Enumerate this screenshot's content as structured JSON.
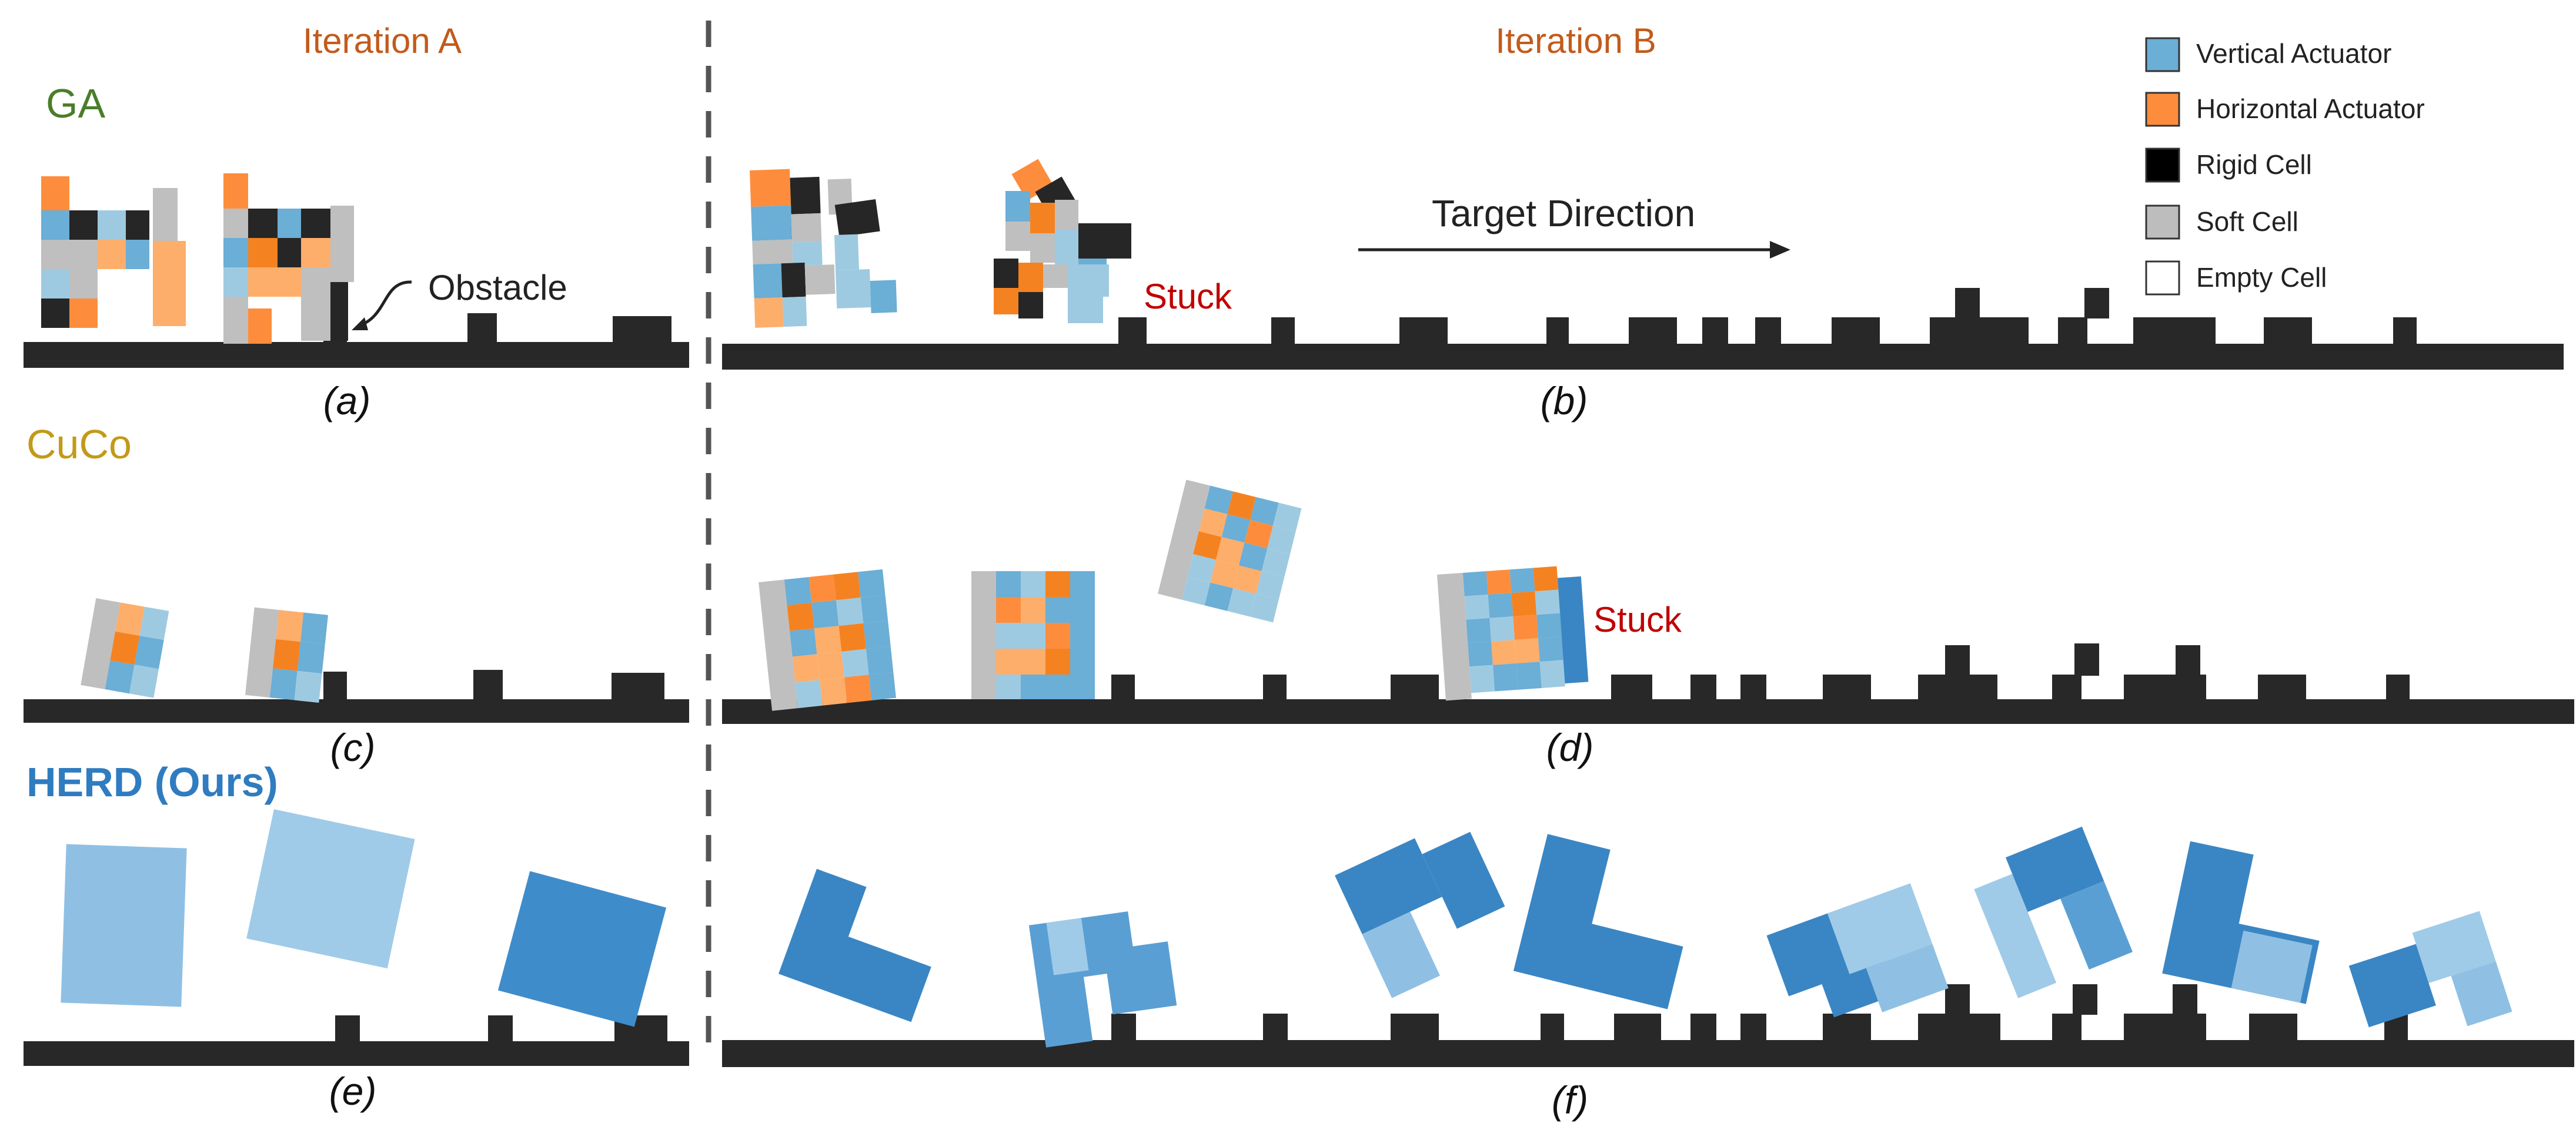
{
  "headers": {
    "iteration_a": "Iteration A",
    "iteration_b": "Iteration B"
  },
  "methods": {
    "ga": "GA",
    "cuco": "CuCo",
    "herd": "HERD (Ours)"
  },
  "panel_labels": {
    "a": "(a)",
    "b": "(b)",
    "c": "(c)",
    "d": "(d)",
    "e": "(e)",
    "f": "(f)"
  },
  "annotations": {
    "obstacle": "Obstacle",
    "target_direction": "Target Direction",
    "stuck": "Stuck"
  },
  "legend": [
    {
      "label": "Vertical Actuator",
      "color": "#6baed6",
      "icon": "vertical-actuator-swatch"
    },
    {
      "label": "Horizontal Actuator",
      "color": "#fd8d3c",
      "icon": "horizontal-actuator-swatch"
    },
    {
      "label": "Rigid Cell",
      "color": "#000000",
      "icon": "rigid-cell-swatch"
    },
    {
      "label": "Soft Cell",
      "color": "#bdbdbd",
      "icon": "soft-cell-swatch"
    },
    {
      "label": "Empty Cell",
      "color": "#ffffff",
      "icon": "empty-cell-swatch"
    }
  ],
  "colors": {
    "ga_title": "#4b7d2a",
    "cuco_title": "#c29a1a",
    "herd_title": "#2f7cc0",
    "iteration_header": "#c25b1c",
    "stuck": "#c00000",
    "ground": "#282828",
    "blue_dark": "#3a86c4",
    "blue_mid": "#5a9fd4",
    "blue_light": "#9fcbe8",
    "orange": "#f58220",
    "orange_light": "#fdae6b",
    "gray": "#bfbfbf",
    "black": "#262626"
  }
}
